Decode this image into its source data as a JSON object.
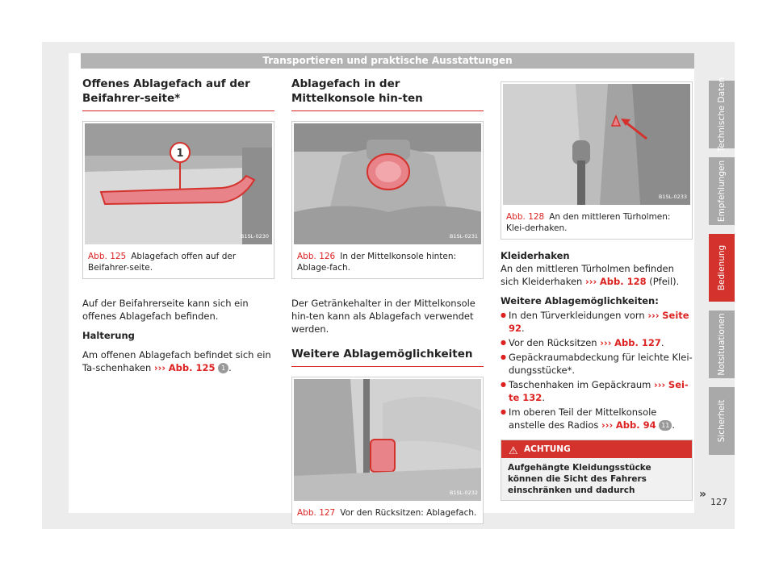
{
  "header": {
    "title": "Transportieren und praktische Ausstattungen"
  },
  "col1": {
    "heading": "Offenes Ablagefach auf der Beifahrer-seite*",
    "figure": {
      "code": "B1SL-0230",
      "callout": "1",
      "abb": "Abb. 125",
      "caption": "Ablagefach offen auf der Beifahrer-seite."
    },
    "para1": "Auf der Beifahrerseite kann sich ein offenes Ablagefach befinden.",
    "subheading": "Halterung",
    "para2_pre": "Am offenen Ablagefach befindet sich ein Ta-schenhaken",
    "para2_arrow": "›››",
    "para2_ref": "Abb. 125",
    "para2_num": "1",
    "para2_post": "."
  },
  "col2": {
    "heading": "Ablagefach in der Mittelkonsole hin-ten",
    "figure1": {
      "code": "B1SL-0231",
      "abb": "Abb. 126",
      "caption": "In der Mittelkonsole hinten: Ablage-fach."
    },
    "para": "Der Getränkehalter in der Mittelkonsole hin-ten kann als Ablagefach verwendet werden.",
    "heading2": "Weitere Ablagemöglichkeiten",
    "figure2": {
      "code": "B1SL-0232",
      "abb": "Abb. 127",
      "caption": "Vor den Rücksitzen: Ablagefach."
    }
  },
  "col3": {
    "figure": {
      "code": "B1SL-0233",
      "abb": "Abb. 128",
      "caption": "An den mittleren Türholmen: Klei-derhaken."
    },
    "subheading": "Kleiderhaken",
    "para_pre": "An den mittleren Türholmen befinden sich Kleiderhaken",
    "para_arrow": "›››",
    "para_ref": "Abb. 128",
    "para_post": "(Pfeil).",
    "list_heading": "Weitere Ablagemöglichkeiten:",
    "items": [
      {
        "pre": "In den Türverkleidungen vorn",
        "arrow": "›››",
        "ref": "Seite 92",
        "post": "."
      },
      {
        "pre": "Vor den Rücksitzen",
        "arrow": "›››",
        "ref": "Abb. 127",
        "post": "."
      },
      {
        "pre": "Gepäckraumabdeckung für leichte Klei-dungsstücke*.",
        "arrow": "",
        "ref": "",
        "post": ""
      },
      {
        "pre": "Taschenhaken im Gepäckraum",
        "arrow": "›››",
        "ref": "Sei-te 132",
        "post": "."
      },
      {
        "pre": "Im oberen Teil der Mittelkonsole anstelle des Radios",
        "arrow": "›››",
        "ref": "Abb. 94",
        "num": "11",
        "post": "."
      }
    ],
    "warning": {
      "title": "ACHTUNG",
      "text": "Aufgehängte Kleidungsstücke können die Sicht des Fahrers einschränken und dadurch",
      "more": "»"
    }
  },
  "sidebar": {
    "tabs": [
      {
        "label": "Technische Daten",
        "active": false
      },
      {
        "label": "Empfehlungen",
        "active": false
      },
      {
        "label": "Bedienung",
        "active": true
      },
      {
        "label": "Notsituationen",
        "active": false
      },
      {
        "label": "Sicherheit",
        "active": false
      }
    ]
  },
  "page_number": "127",
  "colors": {
    "accent": "#d4322c",
    "header": "#b3b3b3",
    "tab": "#a9a9a9"
  }
}
